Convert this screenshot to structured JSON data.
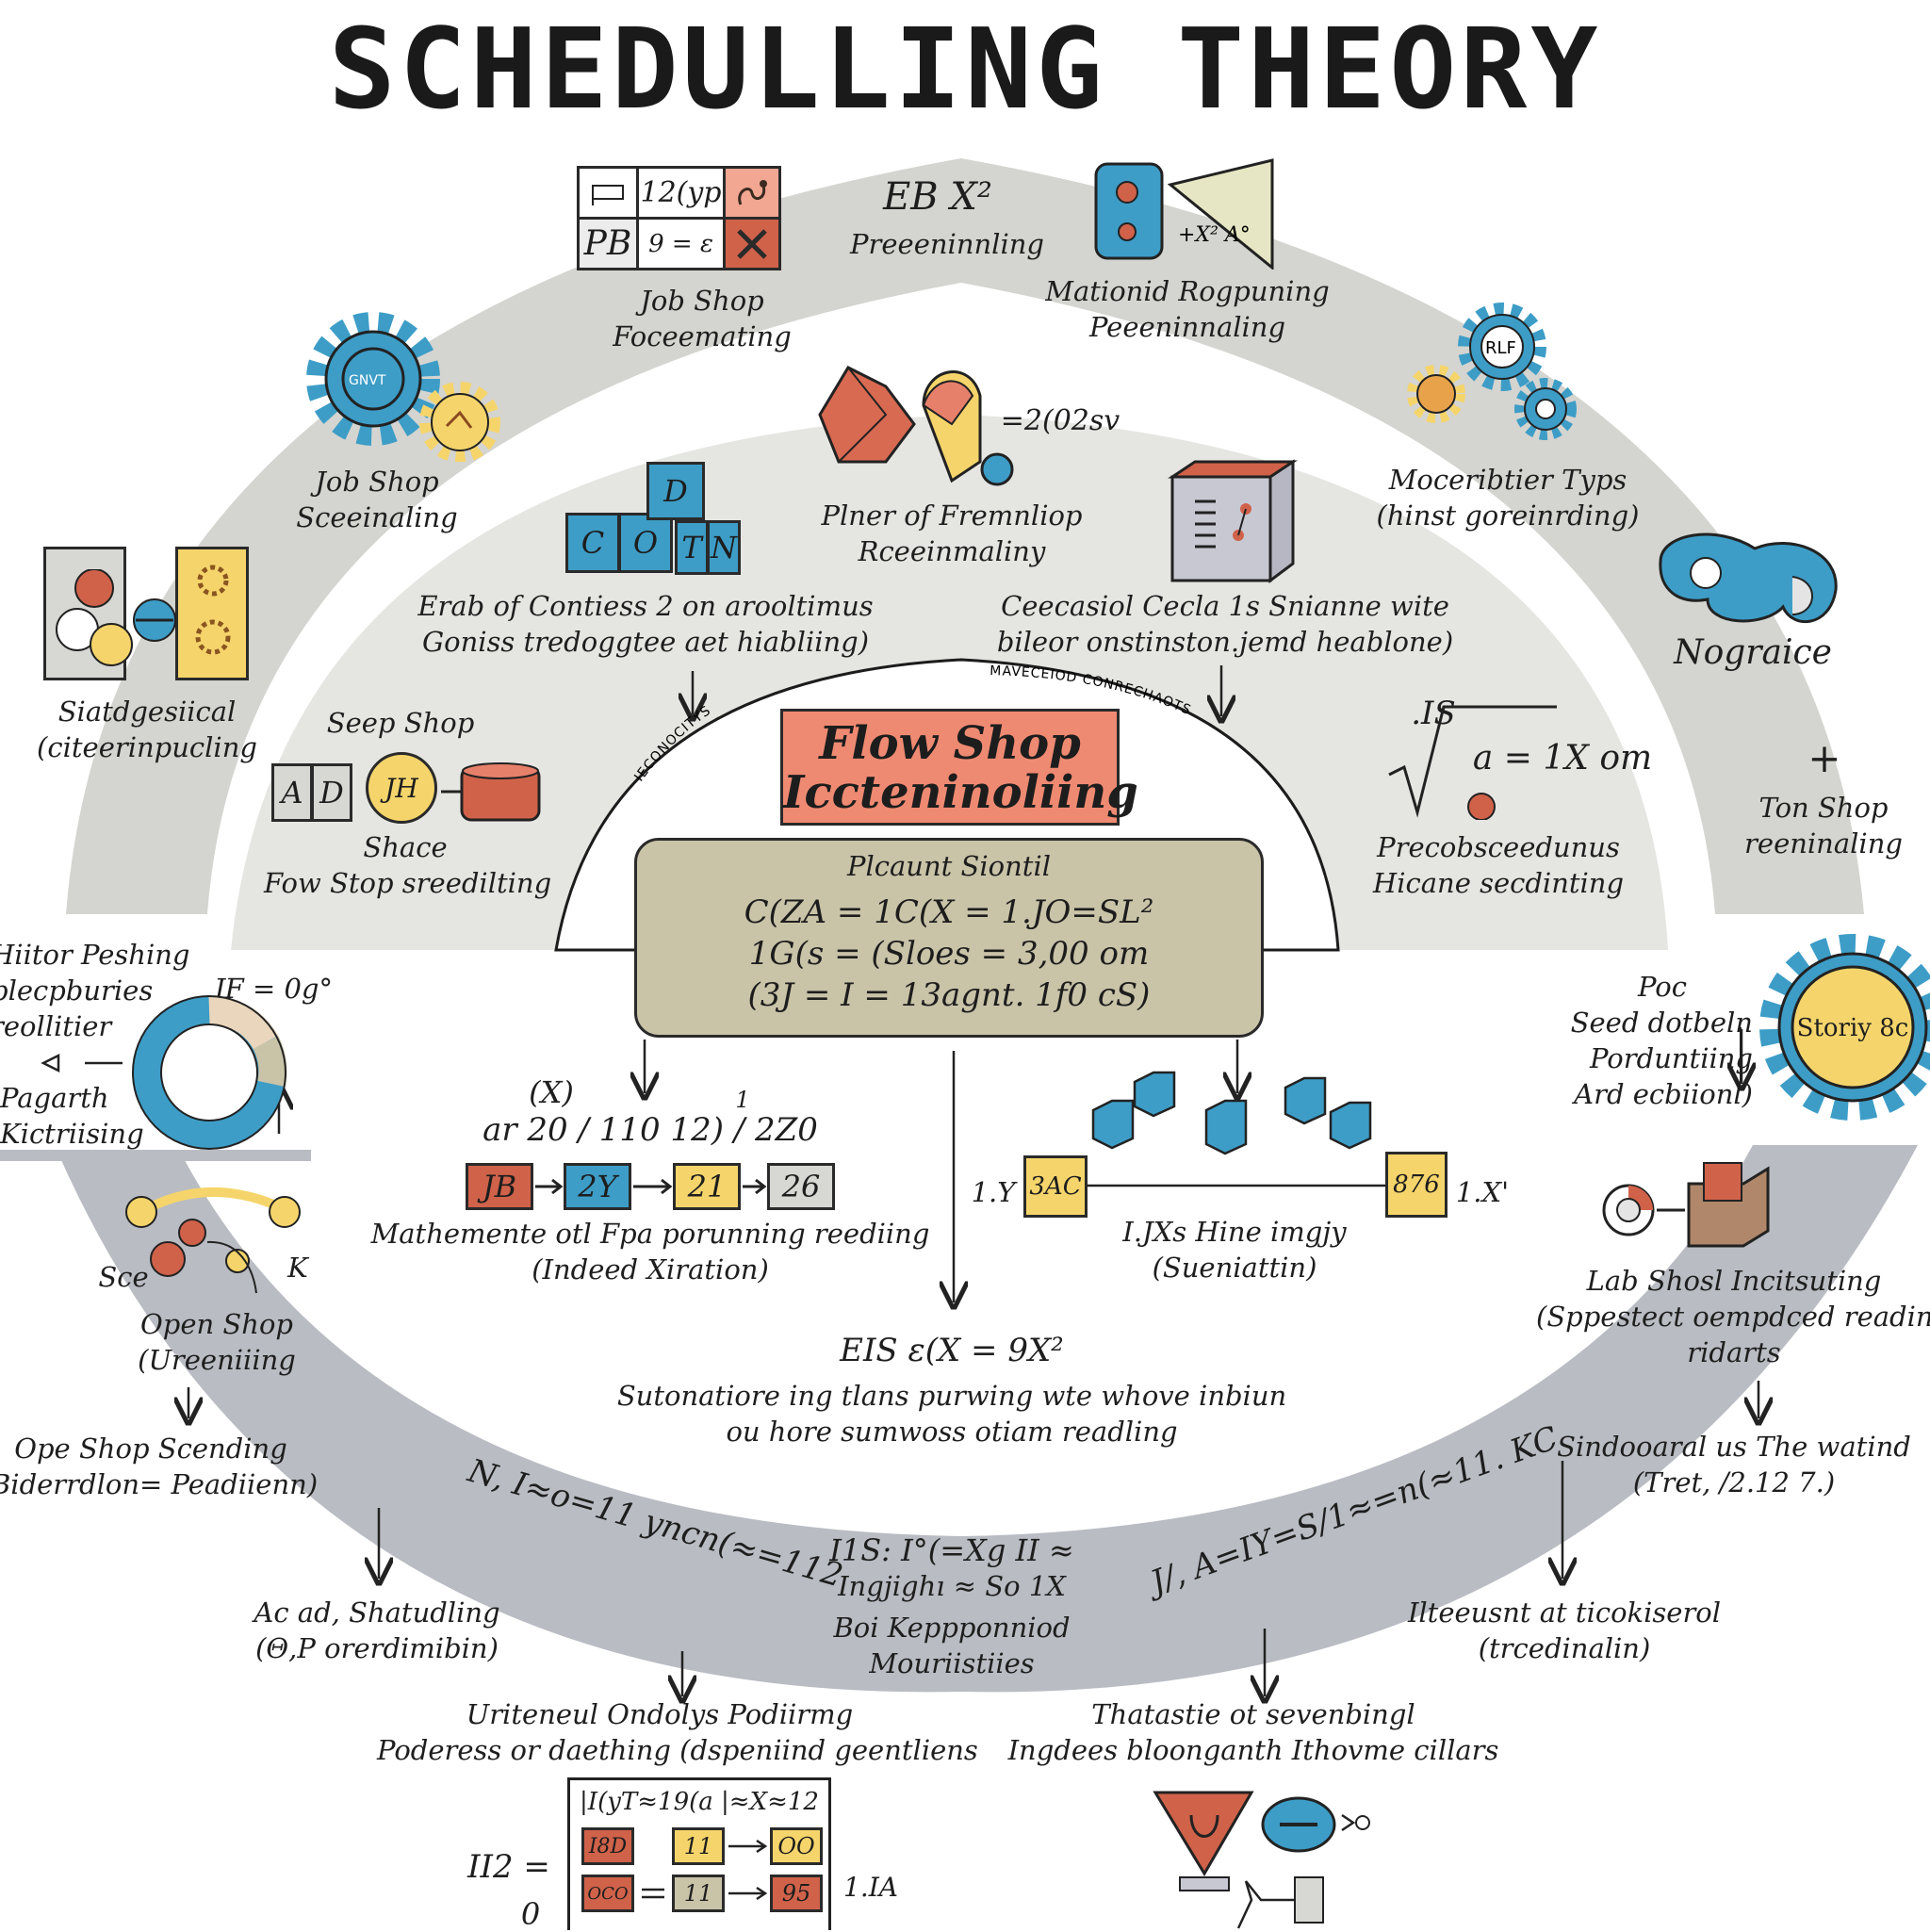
{
  "title": "SCHEDULLING THEORY",
  "top": {
    "job_shop_grid": {
      "c1": "12(yp",
      "c2": "PB",
      "c3": "9 = ε"
    },
    "job_shop_label": [
      "Job Shop",
      "Foceemating"
    ],
    "eb_formula": "EB X²",
    "eb_label": "Preeeninnling",
    "rational_label": [
      "Mationid Rogpuning",
      "Peeeninnaling"
    ],
    "triangle_formula": "+X² A°",
    "gear_label": "GNVT",
    "job_shop_sched_label": [
      "Job Shop",
      "Sceeinaling"
    ],
    "planner_formula": "=2(02sv",
    "planner_label": [
      "Plner of Fremnliop",
      "Rceeinmaliny"
    ],
    "modular_gear": "RLF",
    "modular_label": [
      "Moceribtier Typs",
      "(hinst goreinrding)"
    ]
  },
  "middle": {
    "cubes_letters": [
      "C",
      "O",
      "D",
      "T",
      "N"
    ],
    "erab_label": [
      "Erab of Contiess 2 on arooltimus",
      "Goniss tredoggtee aet hiabliing)"
    ],
    "cecasiol_label": [
      "Ceecasiol Cecla 1s Snianne wite",
      "bileor onstinston.jemd heablone)"
    ],
    "nograice_label": "Nograice",
    "stat_label": [
      "Siatdgesiical",
      "(citeerinpucling"
    ],
    "seep_shop_title": "Seep Shop",
    "seep_boxes": [
      "A",
      "D",
      "JH"
    ],
    "seep_label": [
      "Shace",
      "Fow Stop sreedilting"
    ],
    "sqrt_formula": ".IS",
    "sqrt_rhs": "a = 1X om",
    "precob_label": [
      "Precobsceedunus",
      "Hicane  secdinting"
    ],
    "plus": "+",
    "ton_label": [
      "Ton Shop",
      "reeninaling"
    ]
  },
  "center": {
    "arc_left": "IECONOCITYS",
    "arc_right": "MAVECEIOD CONRECHAOTS",
    "flow_title": [
      "Flow Shop",
      "Iccteninoliing"
    ],
    "panel_label": "Plcaunt Siontil",
    "panel_lines": [
      "C(ZA = 1C(X = 1.JO=SL²",
      "1G(s = (Sloes = 3,00 om",
      "(3J = I = 13agnt. 1f0 cS)"
    ]
  },
  "left": {
    "hitor_label": [
      "Hiitor Peshing",
      "plecpburies",
      "reollitier"
    ],
    "donut_formula": "JF = 0g°",
    "pagarth_label": [
      "Pagarth",
      "Kictriising"
    ],
    "sce_label": "Sce",
    "k_label": "K",
    "open_shop_label": [
      "Open Shop",
      "(Ureeniiing"
    ],
    "ope_shop_label": [
      "Ope Shop Scending",
      "Biderrdlon= Peadiienn)"
    ]
  },
  "chain": {
    "top_small": "(X)",
    "one": "1",
    "formula": "ar 20 / 110   12) / 2Z0",
    "boxes": [
      "JB",
      "2Y",
      "21",
      "26"
    ],
    "label": [
      "Mathemente otl Fpa porunning reediing",
      "(Indeed Xiration)"
    ]
  },
  "timeline": {
    "left_val": "1.Y",
    "box1": "3AC",
    "box2": "876",
    "right_val": "1.X'",
    "label": [
      "I.JXs  Hine imgjy",
      "(Sueniattin)"
    ]
  },
  "right": {
    "poc_label": [
      "Poc",
      "Seed dotbeln",
      "Porduntiing",
      "Ard ecbiionl)"
    ],
    "gear_text": "Storiy 8c",
    "lab_label": [
      "Lab Shosl Incitsuting",
      "(Sppestect oempdced reading",
      "ridarts"
    ],
    "sind_label": [
      "Sindooaral us The watind",
      "(Tret, /2.12 7.)"
    ]
  },
  "bottom": {
    "eis_formula": "EIS ε(X = 9X²",
    "suton_label": [
      "Sutonatiore ing tlans purwing wte whove inbiun",
      "ou hore sumwoss otiam readling"
    ],
    "arc_left_formula": "N, I≈o=11 yncn(≈=112",
    "arc_right_formula": "J/, A=IY=S/1≈=n(≈11. KC",
    "center_label": [
      "I1S: I°(=Xg II ≈",
      "Ingjighı ≈ So 1X",
      "Boi Keppponniod",
      "Mouriistiies"
    ],
    "acad_label": [
      "Ac ad, Shatudling",
      "(Θ,P orerdimibin)"
    ],
    "iltee_label": [
      "Ilteeusnt at ticokiserol",
      "(trcedinalin)"
    ],
    "urite_label": [
      "Uriteneul Ondolys Podiirmg",
      "Poderess or daething (dspeniind geentliens"
    ],
    "thatastic_label": [
      "Thatastie ot sevenbingl",
      "Ingdees bloonganth Ithovme cillars"
    ],
    "table_header": "|I(yT≈19(a |≈X≈12",
    "table_rows": [
      [
        "I8D",
        "11",
        "OO"
      ],
      [
        "OCO",
        "11",
        "95"
      ]
    ],
    "table_prefix": "II2 =",
    "table_suffix": "1.IA",
    "zero": "0"
  }
}
